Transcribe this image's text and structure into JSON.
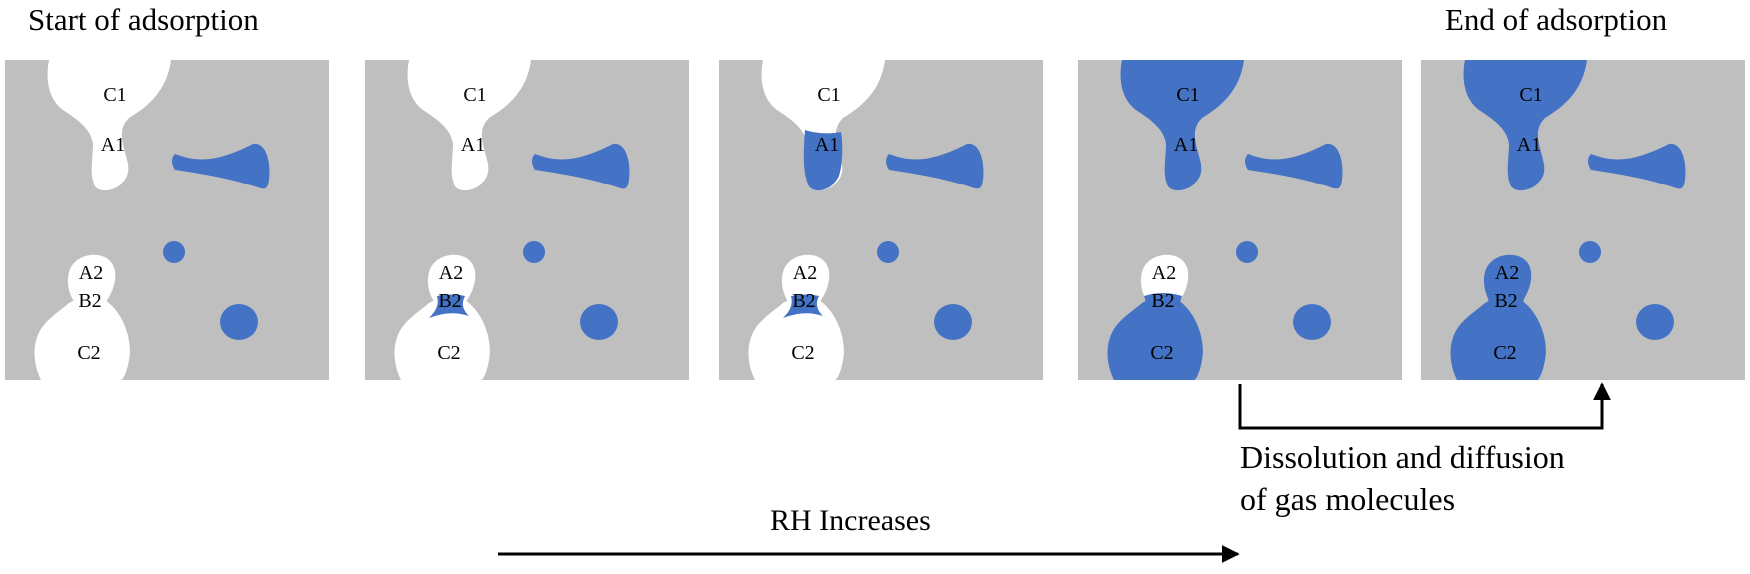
{
  "headings": {
    "start": "Start of adsorption",
    "end": "End of adsorption"
  },
  "annotations": {
    "rh_label": "RH Increases",
    "diffusion_line1": "Dissolution and diffusion",
    "diffusion_line2": "of gas molecules"
  },
  "colors": {
    "matrix": "#bfbfbf",
    "water": "#4472c4",
    "empty_pore": "#ffffff",
    "arrow": "#000000"
  },
  "pore_labels": {
    "c1": "C1",
    "a1": "A1",
    "a2": "A2",
    "b2": "B2",
    "c2": "C2"
  },
  "stages": [
    {
      "name": "stage-1",
      "c1_filled": false,
      "a1_filled": false,
      "a2_filled": false,
      "b2_filled": false,
      "c2_filled": false,
      "b2_partial": false
    },
    {
      "name": "stage-2",
      "c1_filled": false,
      "a1_filled": false,
      "a2_filled": false,
      "b2_filled": false,
      "c2_filled": false,
      "b2_partial": true
    },
    {
      "name": "stage-3",
      "c1_filled": false,
      "a1_filled": true,
      "a2_filled": false,
      "b2_filled": false,
      "c2_filled": false,
      "b2_partial": true
    },
    {
      "name": "stage-4",
      "c1_filled": true,
      "a1_filled": true,
      "a2_filled": false,
      "b2_filled": true,
      "c2_filled": true,
      "b2_partial": false
    },
    {
      "name": "stage-5",
      "c1_filled": true,
      "a1_filled": true,
      "a2_filled": true,
      "b2_filled": true,
      "c2_filled": true,
      "b2_partial": false
    }
  ]
}
